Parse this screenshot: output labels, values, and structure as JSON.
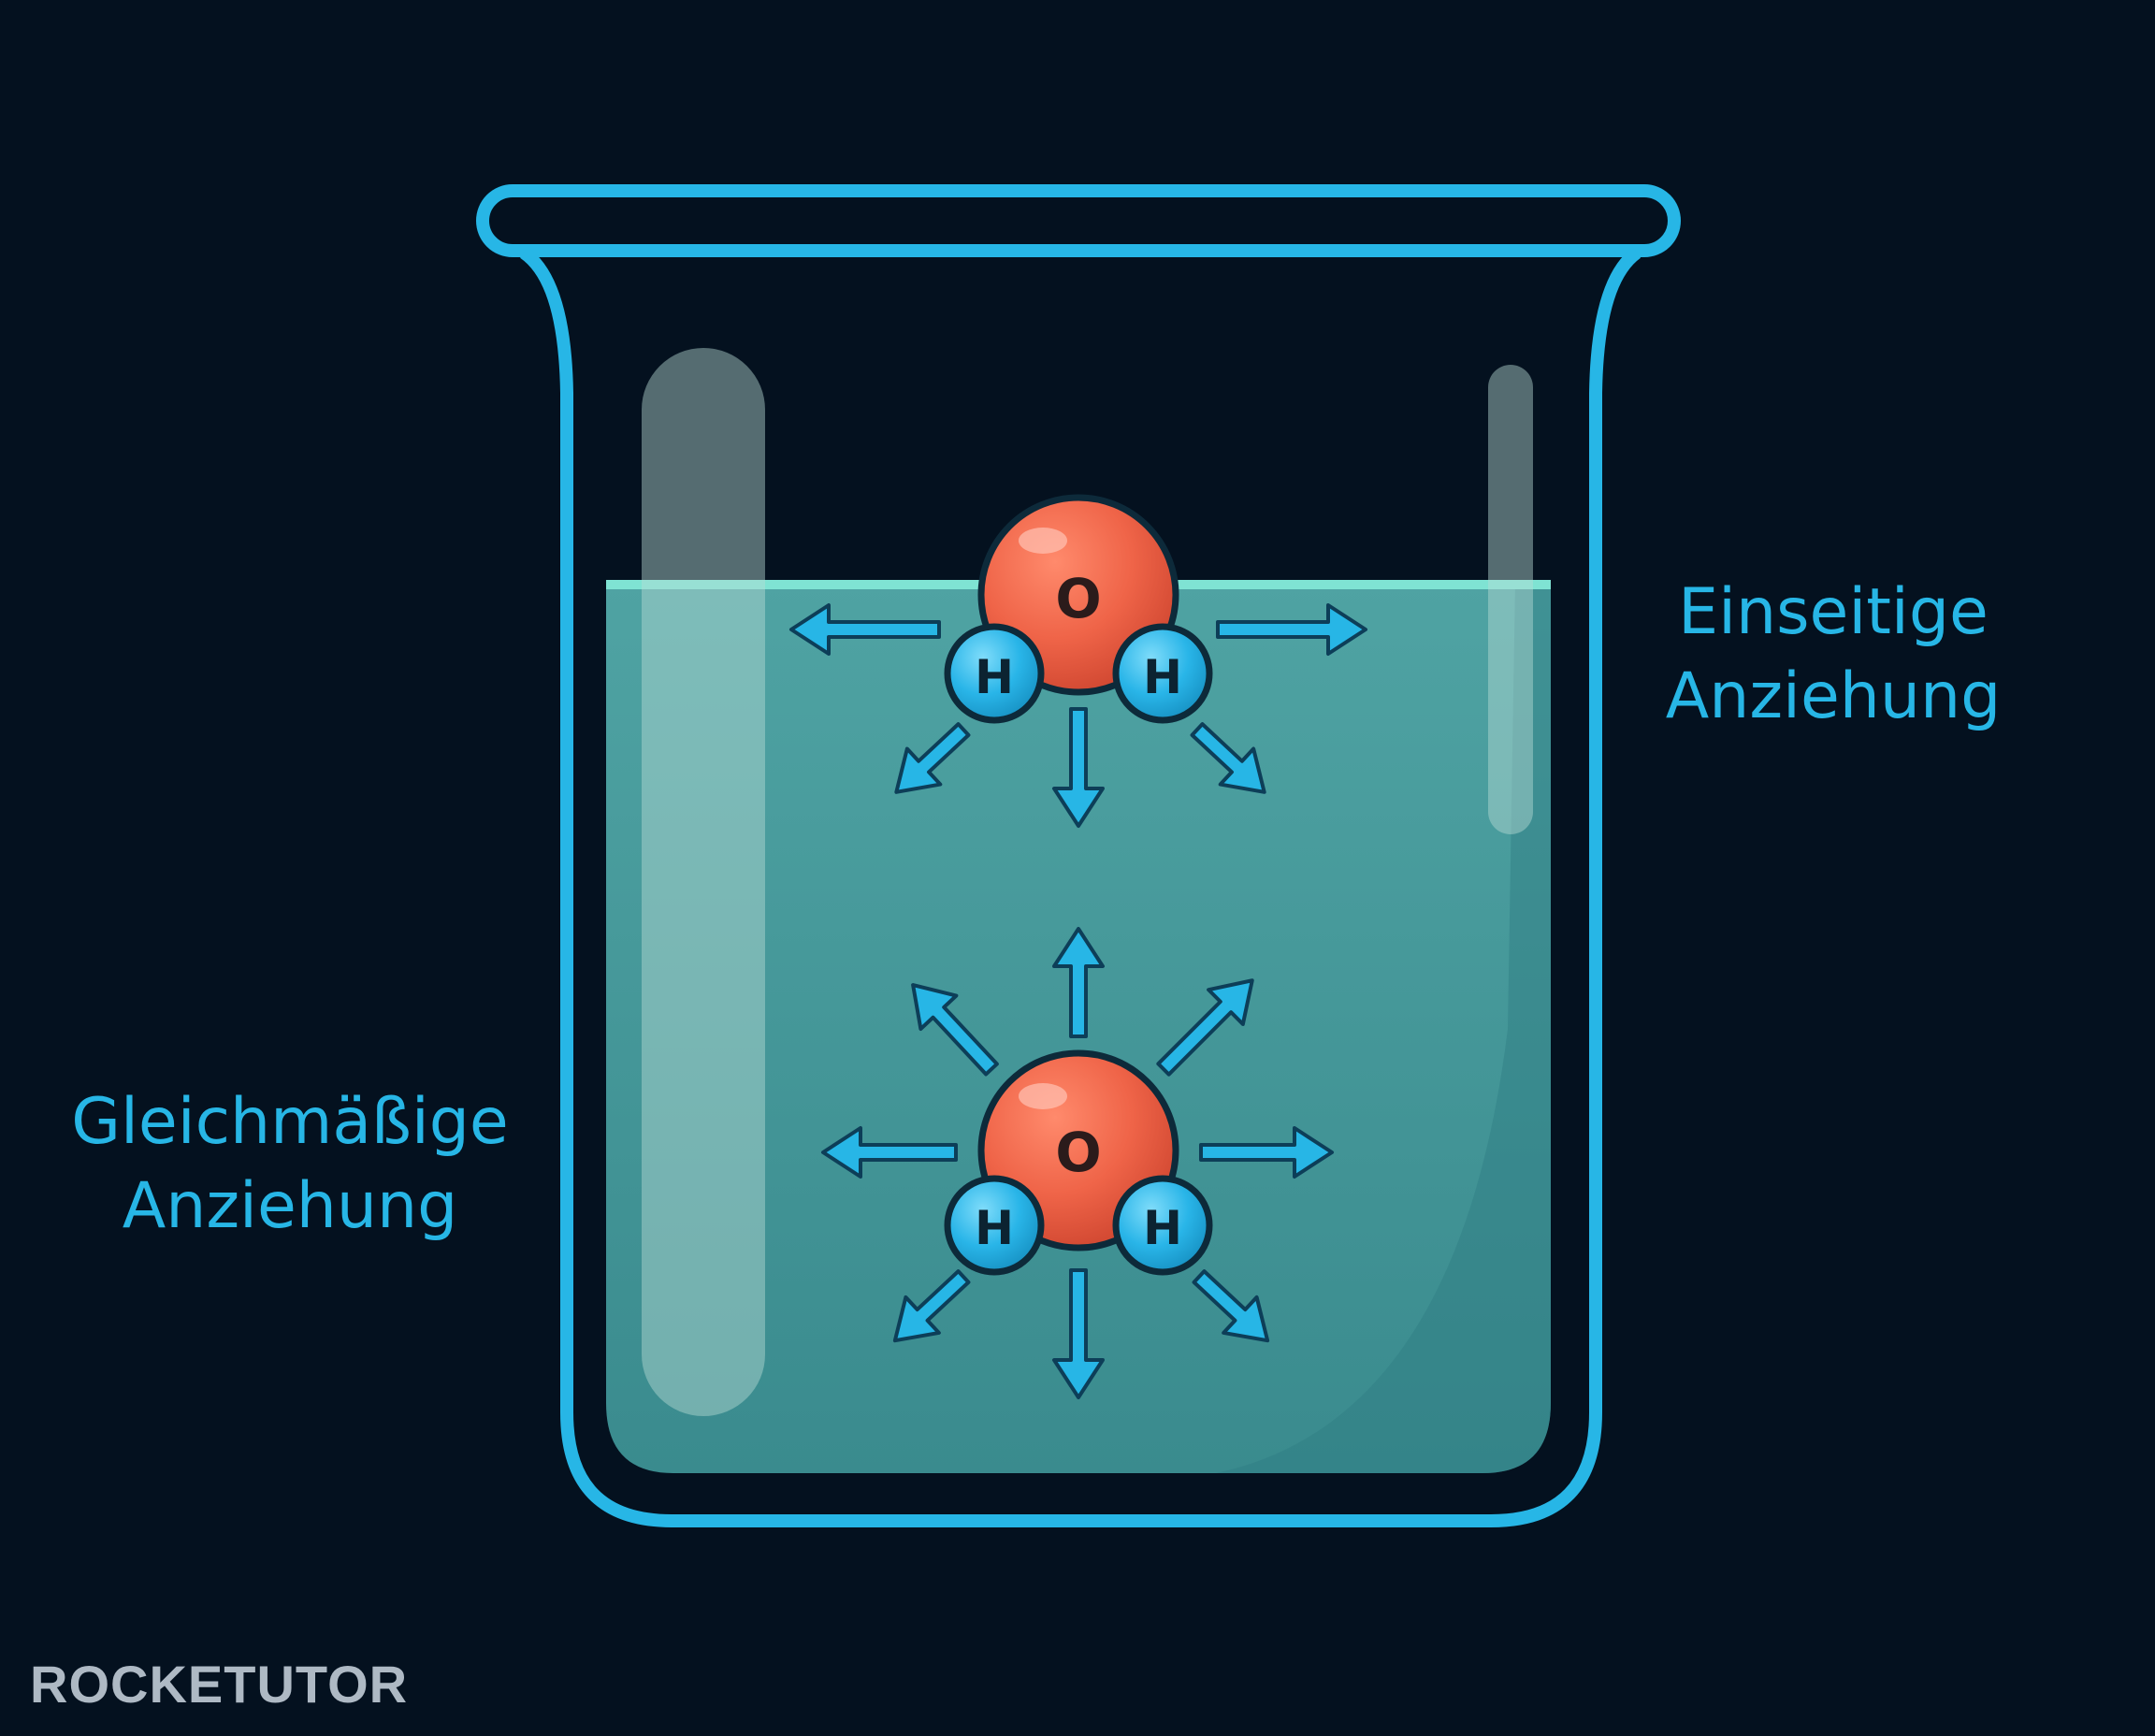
{
  "labels": {
    "surface": [
      "Einseitige",
      "Anziehung"
    ],
    "bulk": [
      "Gleichmäßige",
      "Anziehung"
    ]
  },
  "molecules": {
    "oxygen_symbol": "O",
    "hydrogen_symbol": "H"
  },
  "brand": "ROCKETUTOR",
  "colors": {
    "background": "#04111f",
    "beaker_outline": "#27b6e6",
    "water": "#3f9596",
    "water_surface": "#7fe3d3",
    "oxygen": "#ef6448",
    "hydrogen": "#29b5e8",
    "arrow": "#27b6e6",
    "label_text": "#27b6e6"
  }
}
